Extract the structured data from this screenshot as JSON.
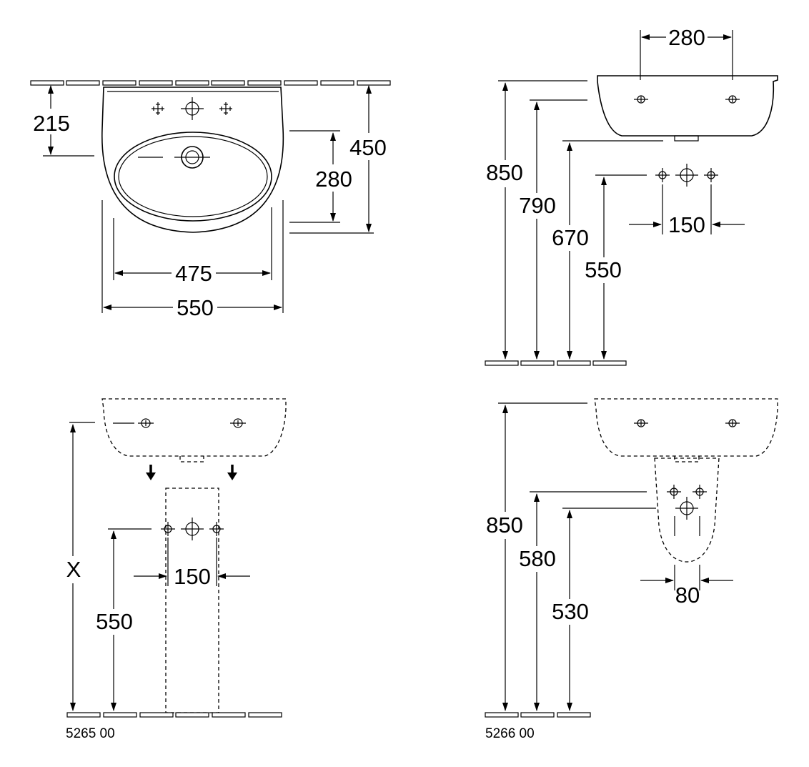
{
  "colors": {
    "line": "#000000",
    "background": "#ffffff"
  },
  "top_left": {
    "dims": {
      "d215": "215",
      "d450": "450",
      "d280": "280",
      "d475": "475",
      "d550": "550"
    }
  },
  "top_right": {
    "dims": {
      "d280": "280",
      "d850": "850",
      "d790": "790",
      "d670": "670",
      "d550": "550",
      "d150": "150"
    }
  },
  "bottom_left": {
    "dims": {
      "dX": "X",
      "d550": "550",
      "d150": "150"
    },
    "model_code": "5265 00"
  },
  "bottom_right": {
    "dims": {
      "d850": "850",
      "d580": "580",
      "d530": "530",
      "d80": "80"
    },
    "model_code": "5266 00"
  }
}
